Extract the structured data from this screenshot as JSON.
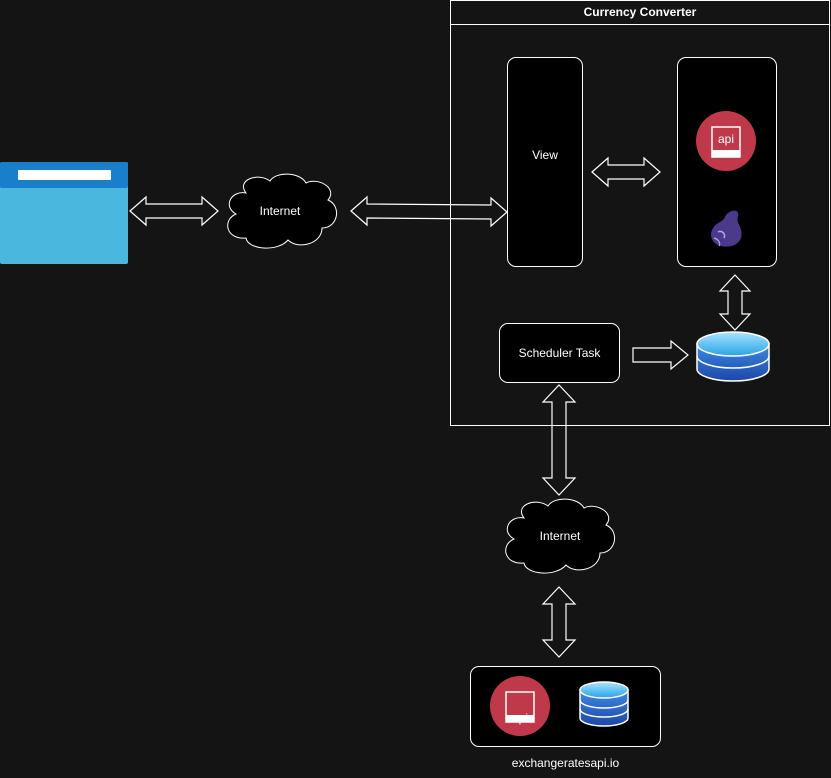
{
  "diagram": {
    "container_title": "Currency Converter",
    "view_label": "View",
    "scheduler_label": "Scheduler Task",
    "internet_top_label": "Internet",
    "internet_bottom_label": "Internet",
    "external_service_label": "exchangeratesapi.io",
    "api_icon_text": "api",
    "colors": {
      "background": "#141414",
      "api_badge": "#c0394b",
      "database": "#2f6fd6",
      "browser": "#4ab8de"
    },
    "icons": [
      "browser-window-icon",
      "cloud-icon",
      "api-icon",
      "database-icon",
      "flask-icon"
    ]
  }
}
